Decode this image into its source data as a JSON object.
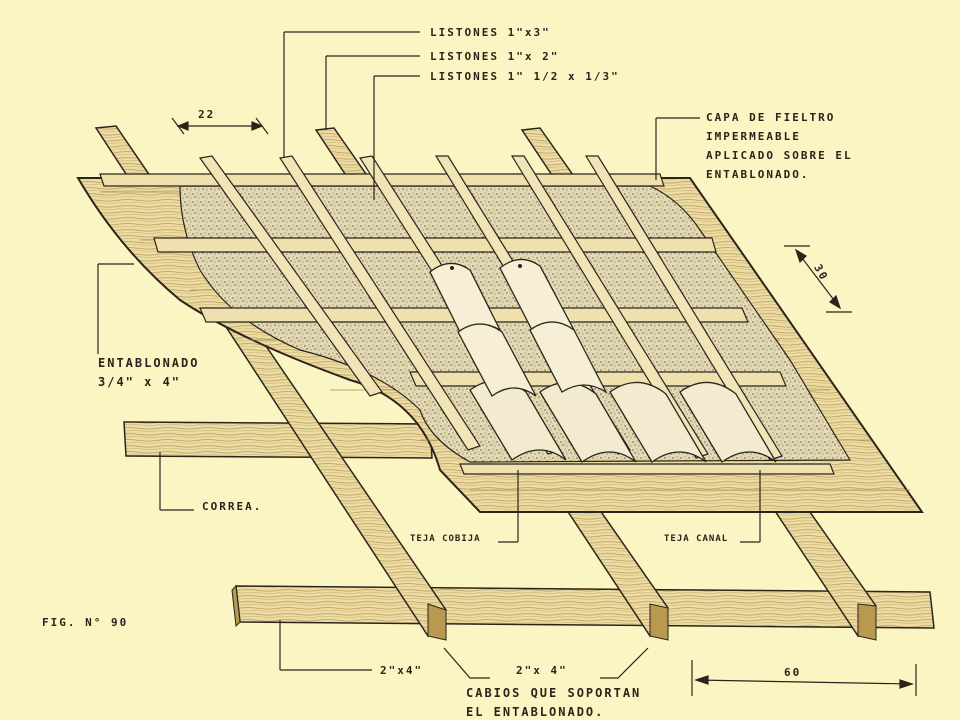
{
  "figure": {
    "number": "FIG. N° 90"
  },
  "labels": {
    "listones_1": "LISTONES 1\"x3\"",
    "listones_2": "LISTONES 1\"x 2\"",
    "listones_3": "LISTONES 1\" 1/2 x 1/3\"",
    "fieltro": [
      "CAPA DE FIELTRO",
      "IMPERMEABLE",
      "APLICADO SOBRE EL",
      "ENTABLONADO."
    ],
    "entablonado": [
      "ENTABLONADO",
      "3/4\" x 4\""
    ],
    "correa": "CORREA.",
    "teja_cobija": "TEJA COBIJA",
    "teja_canal": "TEJA CANAL",
    "dim_2x4_left": "2\"x4\"",
    "dim_2x4_right": "2\"x 4\"",
    "cabios": [
      "CABIOS QUE SOPORTAN",
      "EL ENTABLONADO."
    ],
    "dim_22": "22",
    "dim_30": "30",
    "dim_60": "60"
  },
  "colors": {
    "paper": "#fbf5c4",
    "ink": "#2a241c",
    "wood": "#e9d79a",
    "wood_dark": "#c7ad6b",
    "felt": "#d9cfa8",
    "tile": "#f3ebcf"
  }
}
